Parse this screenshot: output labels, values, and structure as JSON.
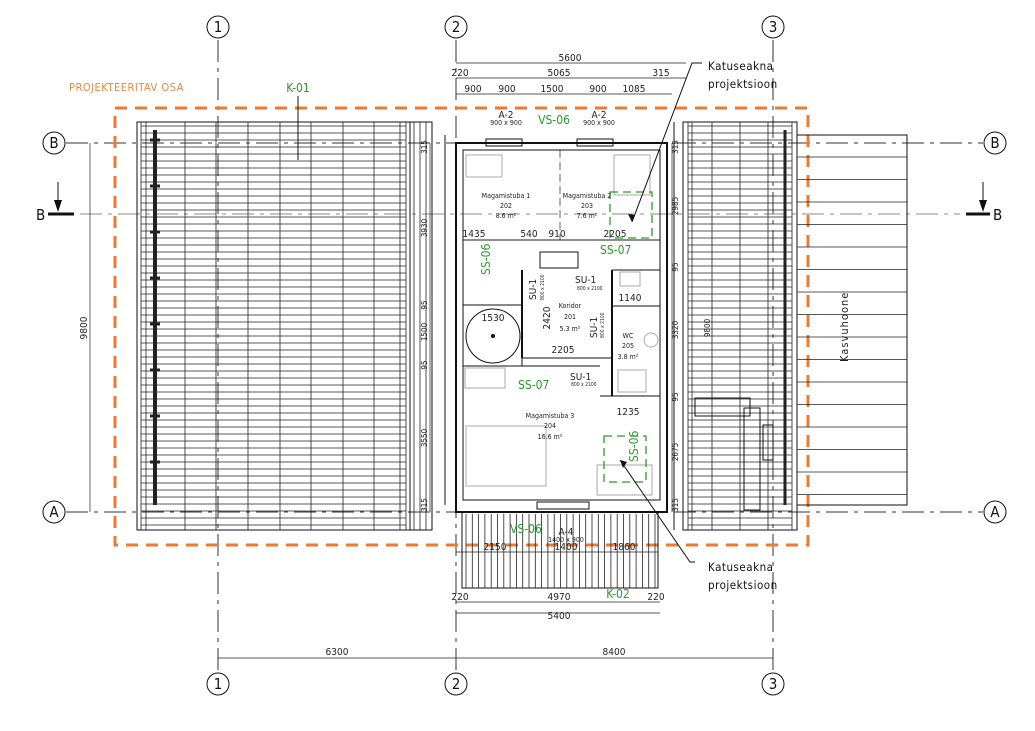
{
  "grid": {
    "axis_1": "1",
    "axis_2": "2",
    "axis_3": "3",
    "axis_A": "A",
    "axis_B": "B",
    "section_mark": "B"
  },
  "labels": {
    "scope": "PROJEKTEERITAV OSA",
    "roof_left": "K-01",
    "roof_deck": "K-02",
    "greenhouse": "Kasvuhoone",
    "skylight_top": [
      "Katuseakna",
      "projektsioon"
    ],
    "skylight_bottom": [
      "Katuseakna",
      "projektsioon"
    ]
  },
  "rooms": [
    {
      "name": "Magamistuba 1",
      "number": "202",
      "area": "8.6 m²"
    },
    {
      "name": "Magamistuba 2",
      "number": "203",
      "area": "7.6 m²"
    },
    {
      "name": "Koridor",
      "number": "201",
      "area": "5.3 m²"
    },
    {
      "name": "WC",
      "number": "205",
      "area": "3.8 m²"
    },
    {
      "name": "Magamistuba 3",
      "number": "204",
      "area": "16.6 m²"
    }
  ],
  "windows": [
    {
      "type": "A-2",
      "size": "900 x 900"
    },
    {
      "type": "A-2",
      "size": "900 x 900"
    },
    {
      "type": "A-4",
      "size": "1400 x 900"
    }
  ],
  "doors": [
    {
      "type": "SU-1",
      "size": "800 x 2100"
    },
    {
      "type": "SU-1",
      "size": "800 x 2100"
    },
    {
      "type": "SU-1",
      "size": "800 x 2100"
    },
    {
      "type": "SU-1",
      "size": "800 x 2100"
    }
  ],
  "tags": [
    "VS-06",
    "SS-06",
    "SS-07",
    "SS-07",
    "SS-06",
    "VS-06"
  ],
  "dimensions": {
    "top_total": "5600",
    "top_row2": [
      "220",
      "5065",
      "315"
    ],
    "top_row3": [
      "900",
      "900",
      "1500",
      "900",
      "1085"
    ],
    "bottom_row1": [
      "220",
      "4970",
      "220"
    ],
    "bottom_total": "5400",
    "deck": [
      "2150",
      "1400",
      "1860"
    ],
    "grid_spans": [
      "6300",
      "8400"
    ],
    "left_total": "9800",
    "left_chain": [
      "315",
      "3930",
      "95",
      "1500",
      "95",
      "3550",
      "315"
    ],
    "right_chain": [
      "315",
      "2985",
      "95",
      "3320",
      "95",
      "2675",
      "315"
    ],
    "right_roof": "9800",
    "interior": [
      "1435",
      "540",
      "910",
      "2205",
      "1140",
      "2420",
      "1530",
      "2205",
      "1235"
    ]
  }
}
